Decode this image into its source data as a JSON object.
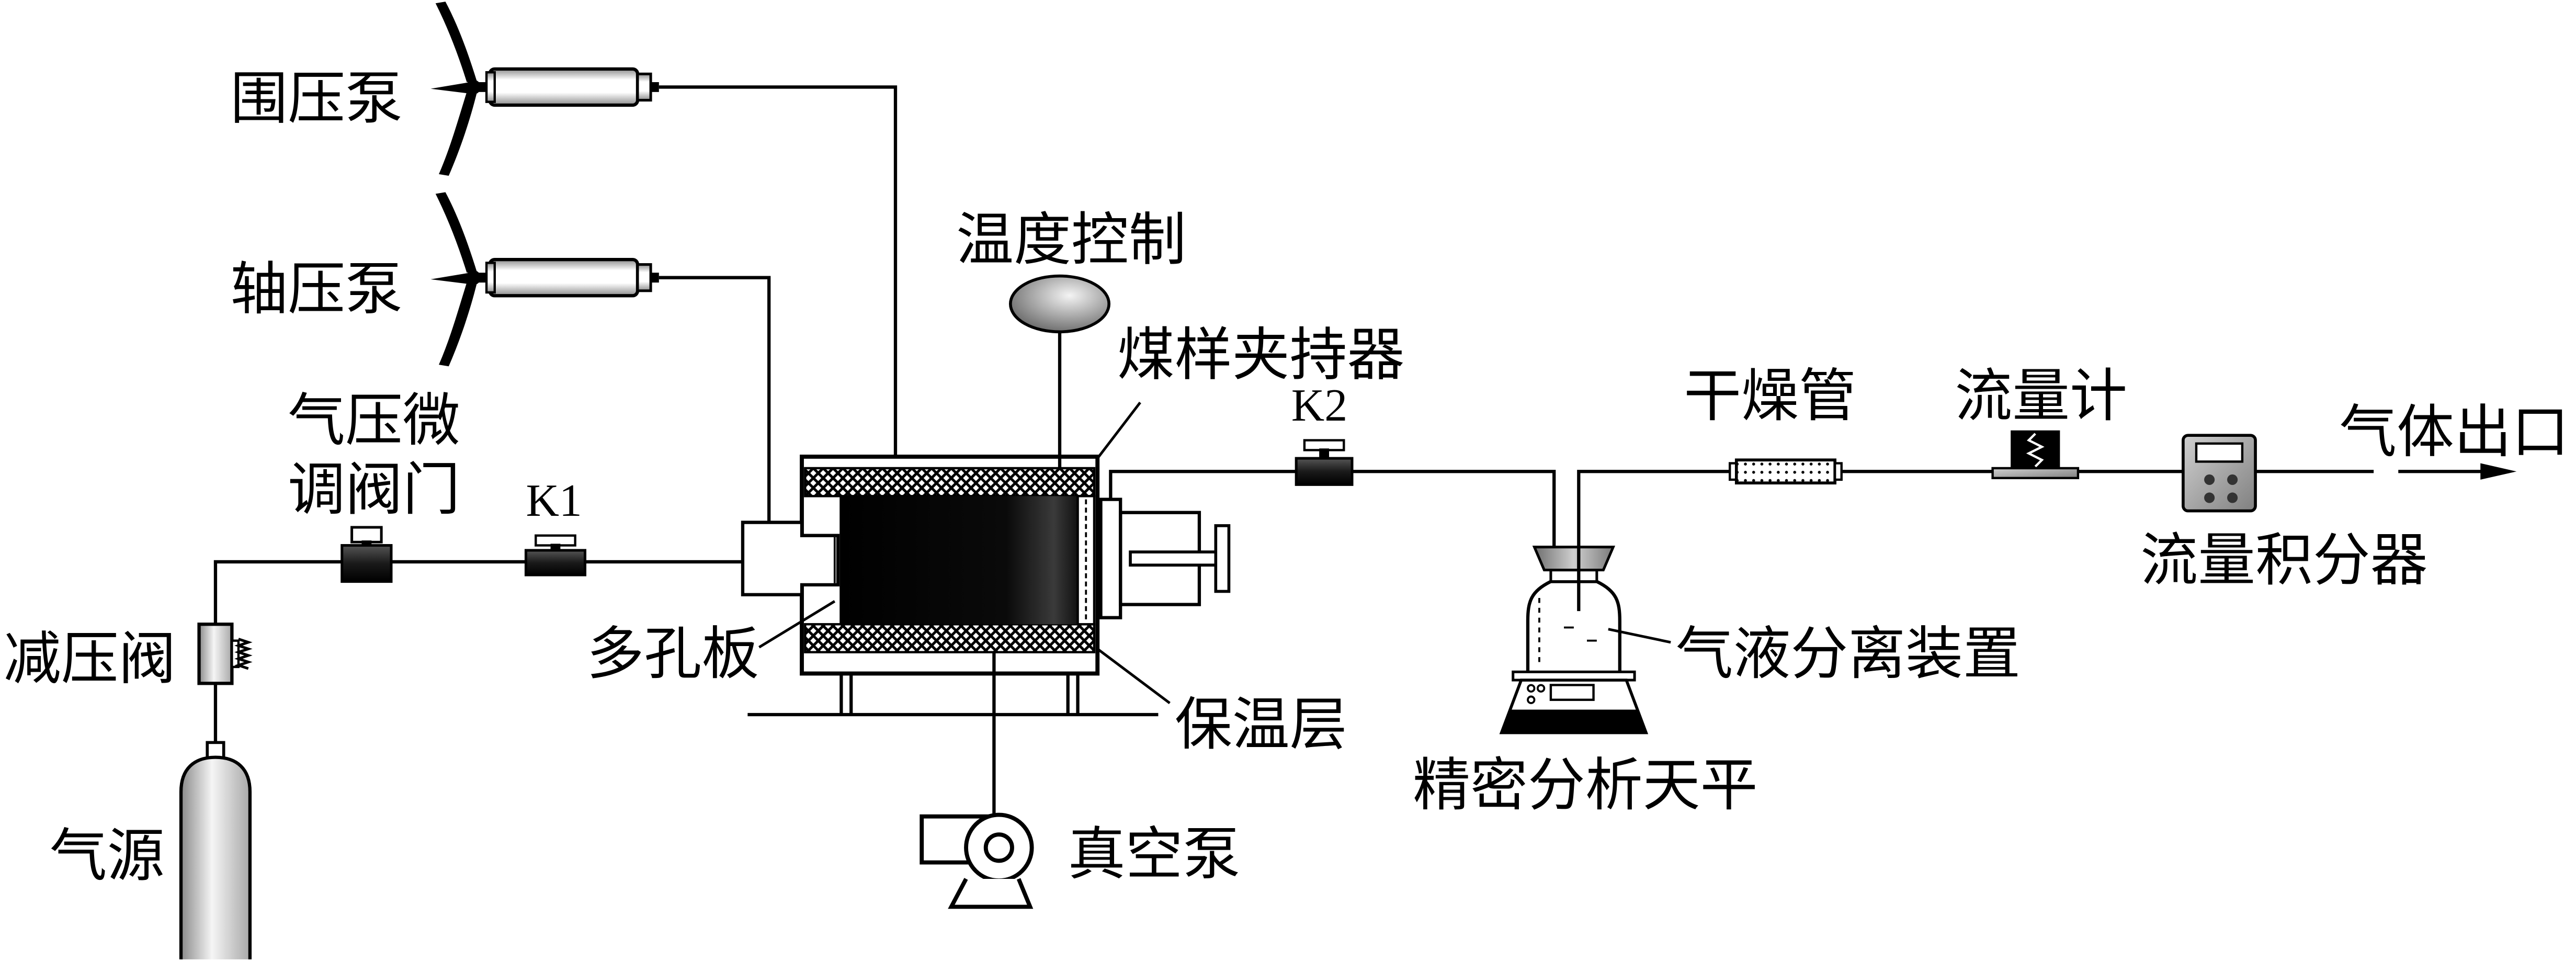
{
  "pumps": {
    "confining": "围压泵",
    "axial": "轴压泵"
  },
  "holder": {
    "label": "煤样夹持器",
    "porous_plate": "多孔板",
    "insulation": "保温层",
    "temperature_control": "温度控制"
  },
  "inlet": {
    "gas_source": "气源",
    "reducing_valve": "减压阀",
    "micro_valve": [
      "气压微",
      "调阀门"
    ],
    "valve_k1": "K1"
  },
  "outlet": {
    "valve_k2": "K2",
    "separator": "气液分离装置",
    "balance": "精密分析天平",
    "drying_tube": "干燥管",
    "flowmeter": "流量计",
    "flow_integrator": "流量积分器",
    "gas_outlet": "气体出口"
  },
  "vacuum": {
    "label": "真空泵"
  }
}
